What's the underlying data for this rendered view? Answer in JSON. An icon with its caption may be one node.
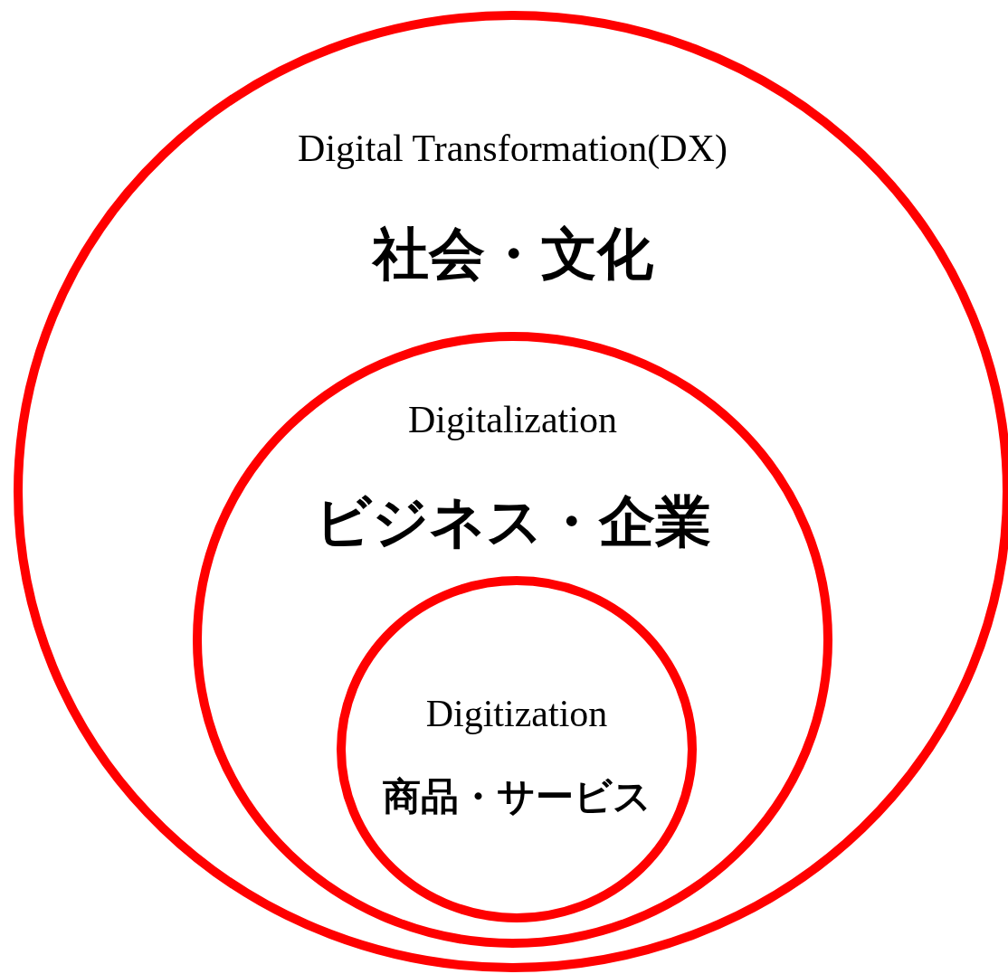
{
  "diagram": {
    "nodes": [
      {
        "text": [
          "Digital Transformation(DX)",
          "社会・文化"
        ]
      },
      {
        "text": [
          "Digitalization",
          "ビジネス・企業"
        ],
        "in": 0
      },
      {
        "text": [
          "Digitization",
          "商品・サービス"
        ],
        "in": 1
      }
    ]
  }
}
